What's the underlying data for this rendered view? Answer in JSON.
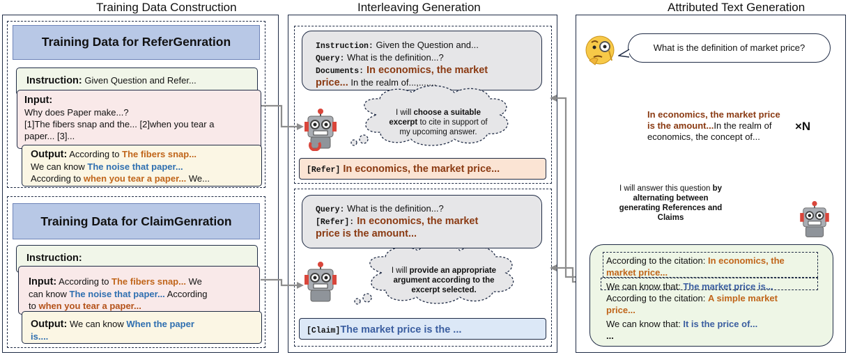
{
  "titles": {
    "left": "Training Data Construction",
    "middle": "Interleaving Generation",
    "right": "Attributed Text Generation"
  },
  "left": {
    "refer": {
      "header": "Training Data for ReferGenration",
      "instruction_label": "Instruction:",
      "instruction_text": " Given Question and Refer...",
      "input_label": "Input:",
      "input_lines": [
        "Why does Paper make...?",
        "[1]The fibers snap and the... [2]when you tear a",
        "paper... [3]..."
      ],
      "output_label": "Output:",
      "output_1a": " According to ",
      "output_1b": "The fibers snap...",
      "output_2a": "We can know ",
      "output_2b": "The noise that paper...",
      "output_3a": "According to ",
      "output_3b": "when you tear a paper...",
      "output_3c": " We..."
    },
    "claim": {
      "header": "Training Data for ClaimGenration",
      "instruction_label": "Instruction:",
      "input_label": "Input:",
      "input_1a": " According to ",
      "input_1b": "The fibers snap...",
      "input_1c": " We",
      "input_2a": "can know ",
      "input_2b": "The noise that paper...",
      "input_2c": " According",
      "input_3a": "to ",
      "input_3b": "when you tear a paper...",
      "output_label": "Output:",
      "output_a": " We can know ",
      "output_b": "When the paper",
      "output_c": "is...."
    }
  },
  "middle": {
    "top": {
      "instr_key": "Instruction:",
      "instr_val": " Given the Question and...",
      "query_key": "Query:",
      "query_val": " What is the definition...?",
      "docs_key": "Documents:",
      "docs_val_hi": " In economics, the market",
      "docs_val_hi2": "price...",
      "docs_val_rest": " In the realm of...,...,...",
      "thought_a": "I will ",
      "thought_b": "choose a suitable excerpt",
      "thought_c": " to cite in support of my upcoming answer.",
      "refer_tag": "[Refer]",
      "refer_text": " In economics, the market price..."
    },
    "bottom": {
      "query_key": "Query:",
      "query_val": " What is the definition...?",
      "refer_key": "[Refer]:",
      "refer_val": " In economics, the market",
      "refer_val2": "price is the amount...",
      "thought_a": "I will ",
      "thought_b": "provide an appropriate argument according to the excerpt selected.",
      "claim_tag": "[Claim]",
      "claim_text": "The market price is the ..."
    }
  },
  "right": {
    "question": "What is the definition of market price?",
    "doc_hi": "In economics, the market price is the amount...",
    "doc_rest": "In the realm of economics, the concept of...",
    "multiplier": "×N",
    "thought_a": "I will answer this question ",
    "thought_b": "by alternating between generating References and Claims",
    "answer": {
      "l1a": "According to the citation: ",
      "l1b": "In economics, the",
      "l1c": "market price...",
      "l2a": "We can know that: ",
      "l2b": "The market price is...",
      "l3a": "According to the citation: ",
      "l3b": "A simple market",
      "l3c": "price...",
      "l4a": "We can know that: ",
      "l4b": "It is the price of...",
      "l5": "..."
    }
  },
  "colors": {
    "header_fill": "#b8c8e6",
    "instruction_fill": "#f1f6e9",
    "input_fill": "#f9e9e9",
    "output_fill": "#fbf6e4",
    "refer_fill": "#fbe4d4",
    "claim_fill": "#dce8f7",
    "answer_fill": "#eef6e6",
    "doc_panel_fill": "#dfe6f2",
    "orange": "#c0651a",
    "brown": "#8a3a12",
    "blue": "#2f6fb0"
  }
}
